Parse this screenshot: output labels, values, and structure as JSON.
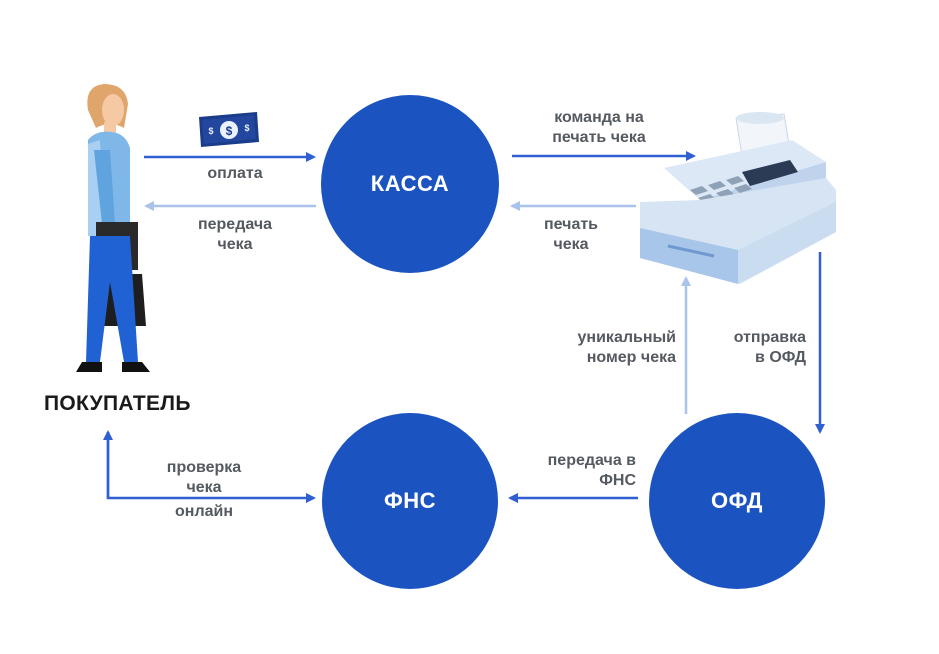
{
  "nodes": {
    "kassa": "КАССА",
    "fns": "ФНС",
    "ofd": "ОФД",
    "buyer": "ПОКУПАТЕЛЬ"
  },
  "edges": {
    "payment": "оплата",
    "receipt_transfer_1": "передача",
    "receipt_transfer_2": "чека",
    "print_command_1": "команда на",
    "print_command_2": "печать чека",
    "print_1": "печать",
    "print_2": "чека",
    "unique_number_1": "уникальный",
    "unique_number_2": "номер чека",
    "send_ofd_1": "отправка",
    "send_ofd_2": "в ОФД",
    "transfer_fns_1": "передача в",
    "transfer_fns_2": "ФНС",
    "check_online_1": "проверка",
    "check_online_2": "чека",
    "check_online_3": "онлайн"
  },
  "icons": {
    "buyer": "person-with-bag-icon",
    "money": "dollar-bill-icon",
    "register": "cash-register-icon"
  },
  "colors": {
    "node": "#1b54c0",
    "arrow": "#2f5fd0",
    "arrow_light": "#a9c3ea",
    "text": "#555a61"
  }
}
